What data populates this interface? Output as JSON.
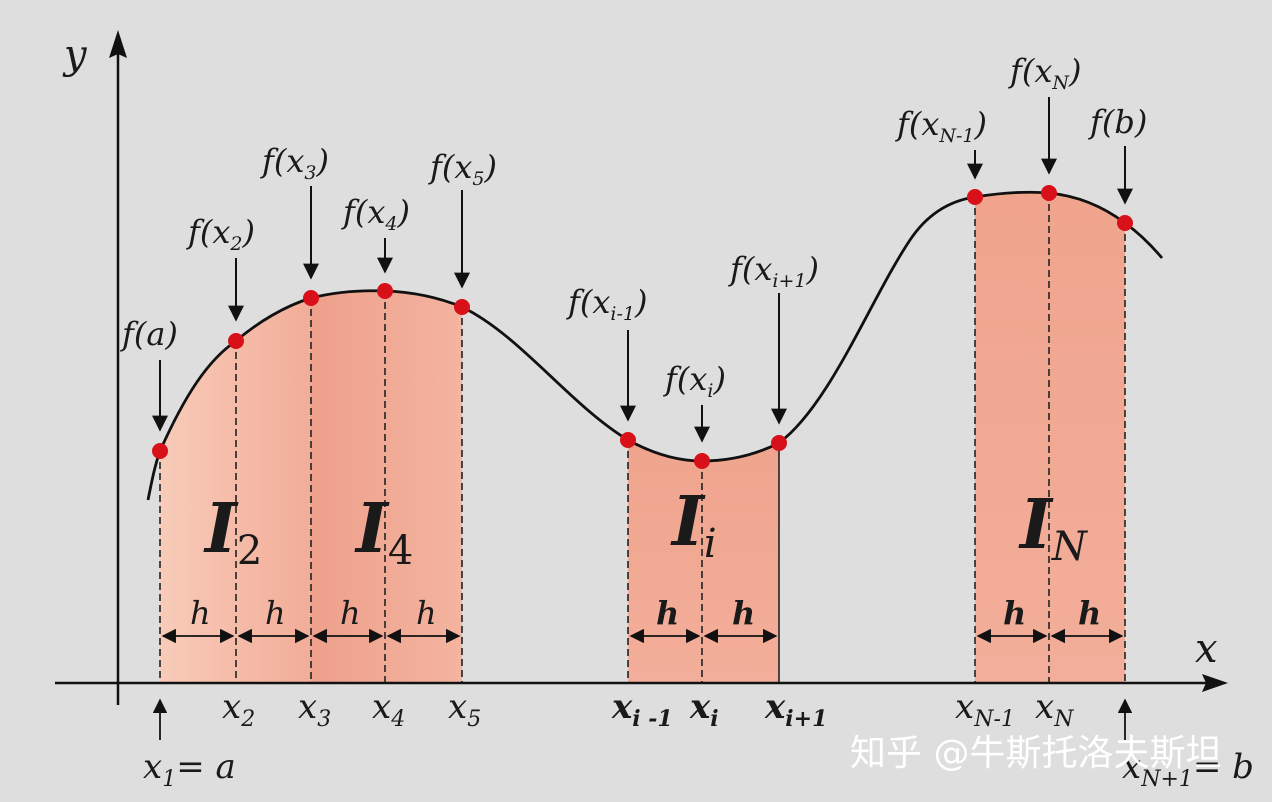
{
  "axes": {
    "x_label": "x",
    "y_label": "y"
  },
  "areas": [
    {
      "main": "I",
      "sub": "2"
    },
    {
      "main": "I",
      "sub": "4"
    },
    {
      "main": "I",
      "sub": "i"
    },
    {
      "main": "I",
      "sub": "N"
    }
  ],
  "point_labels": [
    {
      "pre": "f(",
      "var": "a",
      "sub": "",
      "post": ")"
    },
    {
      "pre": "f(",
      "var": "x",
      "sub": "2",
      "post": ")"
    },
    {
      "pre": "f(",
      "var": "x",
      "sub": "3",
      "post": ")"
    },
    {
      "pre": "f(",
      "var": "x",
      "sub": "4",
      "post": ")"
    },
    {
      "pre": "f(",
      "var": "x",
      "sub": "5",
      "post": ")"
    },
    {
      "pre": "f(",
      "var": "x",
      "sub": "i-1",
      "post": ")"
    },
    {
      "pre": "f(",
      "var": "x",
      "sub": "i",
      "post": ")"
    },
    {
      "pre": "f(",
      "var": "x",
      "sub": "i+1",
      "post": ")"
    },
    {
      "pre": "f(",
      "var": "x",
      "sub": "N-1",
      "post": ")"
    },
    {
      "pre": "f(",
      "var": "x",
      "sub": "N",
      "post": ")"
    },
    {
      "pre": "f(",
      "var": "b",
      "sub": "",
      "post": ")"
    }
  ],
  "x_ticks": [
    {
      "var": "x",
      "sub": "1",
      "suffix": "= a"
    },
    {
      "var": "x",
      "sub": "2",
      "suffix": ""
    },
    {
      "var": "x",
      "sub": "3",
      "suffix": ""
    },
    {
      "var": "x",
      "sub": "4",
      "suffix": ""
    },
    {
      "var": "x",
      "sub": "5",
      "suffix": ""
    },
    {
      "var": "x",
      "sub": "i -1",
      "suffix": ""
    },
    {
      "var": "x",
      "sub": "i",
      "suffix": ""
    },
    {
      "var": "x",
      "sub": "i+1",
      "suffix": ""
    },
    {
      "var": "x",
      "sub": "N-1",
      "suffix": ""
    },
    {
      "var": "x",
      "sub": "N",
      "suffix": ""
    },
    {
      "var": "x",
      "sub": "N+1",
      "suffix": "= b"
    }
  ],
  "step_label": "h",
  "watermark": "知乎 @牛斯托洛夫斯坦",
  "colors": {
    "curve": "#111111",
    "fill_light": "#f6c0ae",
    "fill_dark": "#ee9d88",
    "point": "#d7101a",
    "background": "#dedede"
  }
}
